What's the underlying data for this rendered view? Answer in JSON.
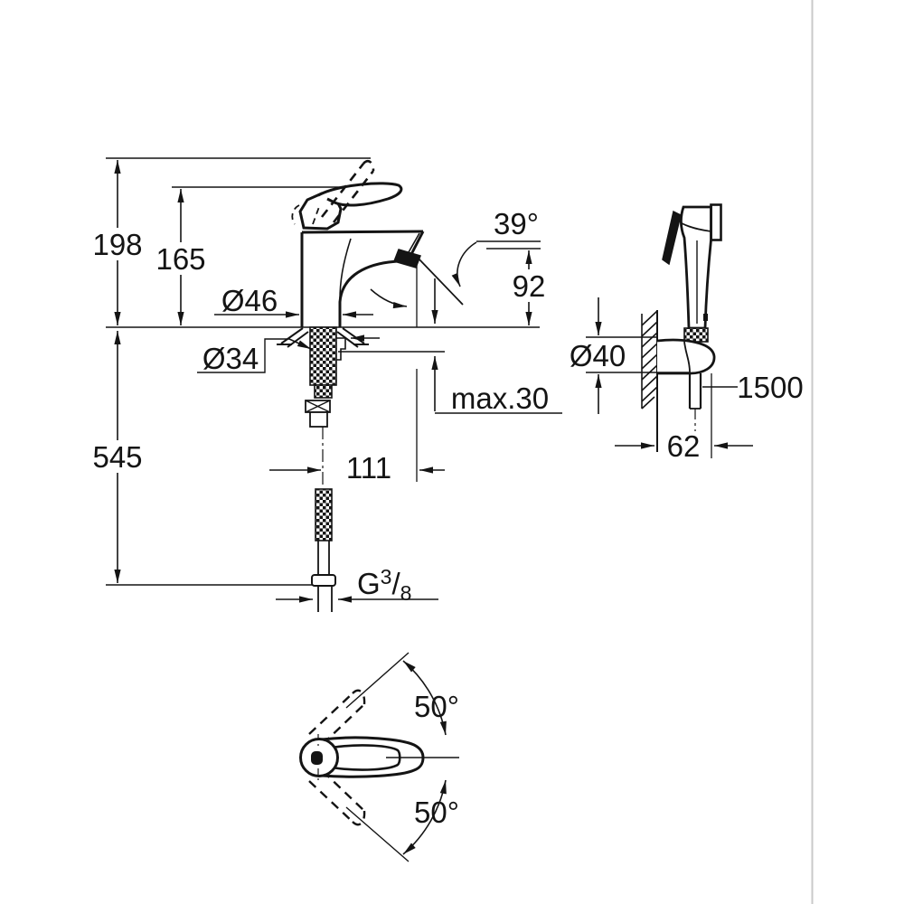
{
  "drawing": {
    "kind": "technical dimension drawing",
    "subject": "single-lever basin mixer with hand shower, wall holder and supply hose",
    "views": [
      "front view with mounting shank",
      "side view of hand shower on wall holder",
      "top view of lever swing range"
    ]
  },
  "colors": {
    "ink": "#141414",
    "divider": "#c9c9c9",
    "background": "#ffffff"
  },
  "dims": {
    "total_height": "198",
    "body_height": "165",
    "under_depth": "545",
    "base_dia": "Ø46",
    "hole_dia": "Ø34",
    "spout_angle": "39°",
    "spout_height": "92",
    "deck_max": "max.30",
    "projection": "111",
    "thread_g": "G",
    "thread_num": "3",
    "thread_slash": "/",
    "thread_den": "8",
    "holder_dia": "Ø40",
    "hose_length": "1500",
    "holder_depth": "62",
    "swing_upper": "50°",
    "swing_lower": "50°"
  }
}
